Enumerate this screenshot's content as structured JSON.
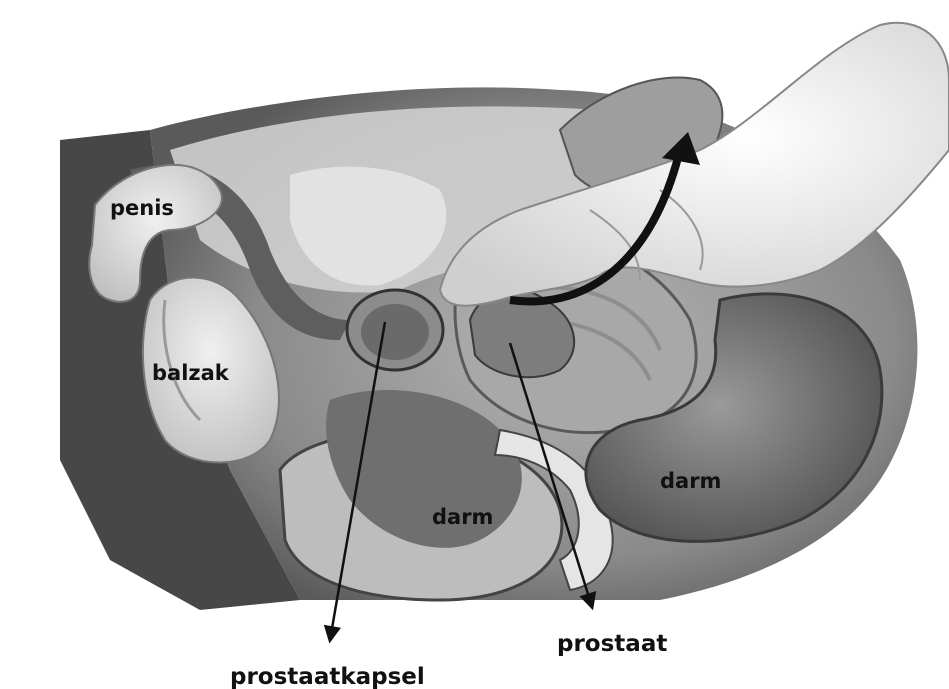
{
  "labels": {
    "penis": "penis",
    "balzak": "balzak",
    "darm_left": "darm",
    "darm_right": "darm",
    "prostaatkapsel": "prostaatkapsel",
    "prostaat": "prostaat"
  },
  "colors": {
    "outline": "#1a1a1a",
    "body_dark": "#4a4a4a",
    "body_mid": "#8a8a8a",
    "body_light": "#c8c8c8",
    "tissue_light": "#d9d9d9",
    "highlight": "#ececec"
  }
}
